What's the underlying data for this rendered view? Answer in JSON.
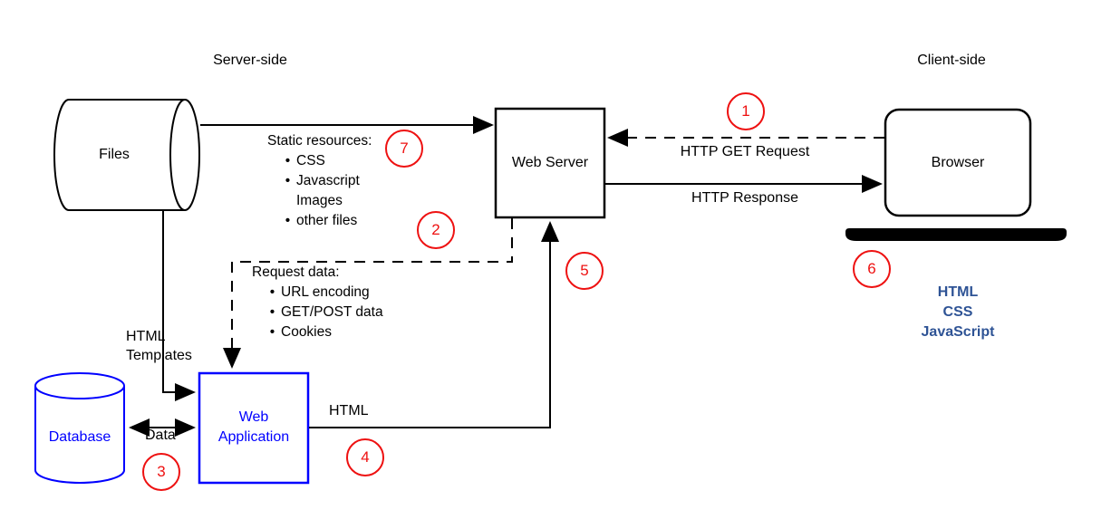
{
  "colors": {
    "node_blue": "#0000FF",
    "client_tech_navy": "#2E5395",
    "step_red": "#EE1111",
    "line_black": "#000000"
  },
  "regions": {
    "server_side": "Server-side",
    "client_side": "Client-side"
  },
  "nodes": {
    "files": "Files",
    "web_server": "Web Server",
    "browser": "Browser",
    "database": "Database",
    "web_application": "Web Application"
  },
  "connections": {
    "http_get_request": "HTTP GET Request",
    "http_response": "HTTP Response",
    "html_templates": "HTML Templates",
    "data": "Data",
    "html": "HTML"
  },
  "static_resources": {
    "title": "Static resources:",
    "items": [
      {
        "bullet": true,
        "text": "CSS"
      },
      {
        "bullet": true,
        "text": "Javascript"
      },
      {
        "bullet": false,
        "text": "Images"
      },
      {
        "bullet": true,
        "text": "other files"
      }
    ]
  },
  "request_data": {
    "title": "Request data:",
    "items": [
      {
        "bullet": true,
        "text": "URL encoding"
      },
      {
        "bullet": true,
        "text": "GET/POST data"
      },
      {
        "bullet": true,
        "text": "Cookies"
      }
    ]
  },
  "client_tech": {
    "lines": [
      "HTML",
      "CSS",
      "JavaScript"
    ]
  },
  "steps": [
    "1",
    "2",
    "3",
    "4",
    "5",
    "6",
    "7"
  ],
  "bullet_glyph": "•"
}
